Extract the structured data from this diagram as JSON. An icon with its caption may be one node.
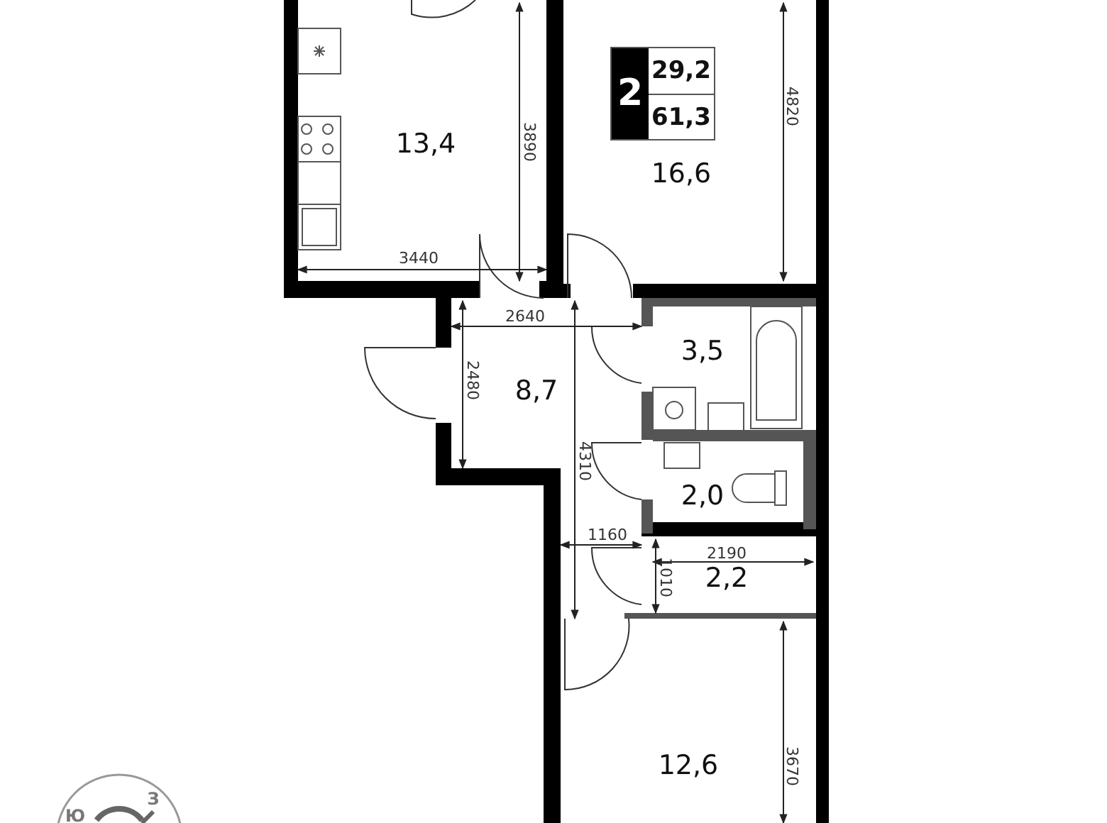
{
  "diagram": {
    "nodes": [
      {
        "text": [
          "2",
          "29,2",
          "61,3"
        ]
      }
    ],
    "labels": [
      "3890",
      "4820",
      "13,4",
      "16,6",
      "3440",
      "2640",
      "3,5",
      "2480",
      "8,7",
      "4310",
      "2,0",
      "1160",
      "2190",
      "1010",
      "2,2",
      "3670",
      "12,6",
      "З",
      "Ю"
    ]
  }
}
